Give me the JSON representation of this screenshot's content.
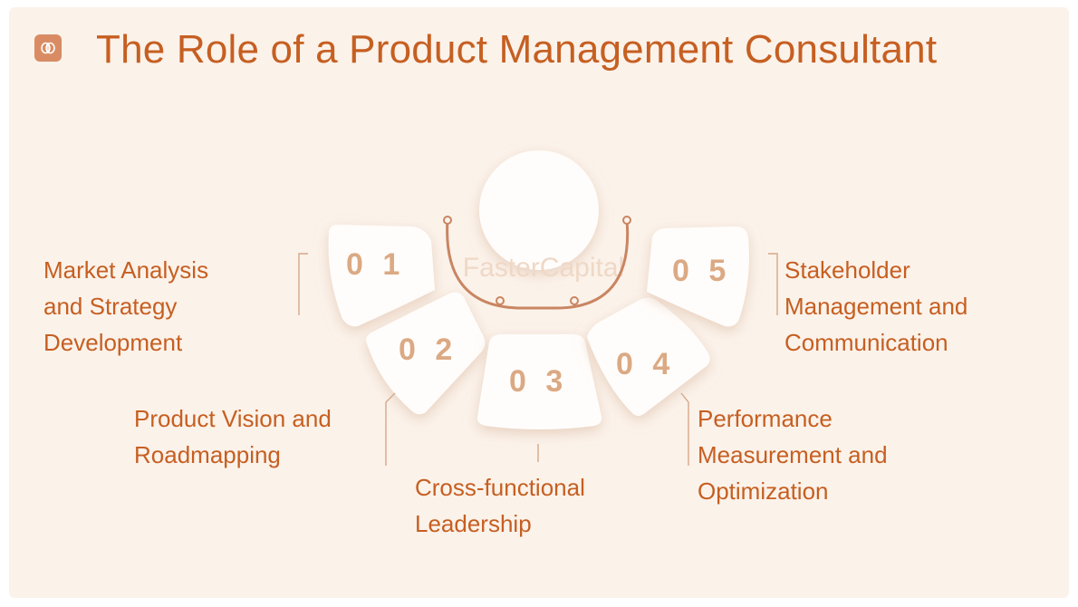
{
  "title": "The Role of a Product Management Consultant",
  "icons": {
    "badge": "brain-icon"
  },
  "watermark": "FasterCapital",
  "segments": [
    {
      "number": "0 1",
      "lines": [
        "Market Analysis",
        "and Strategy",
        "Development"
      ]
    },
    {
      "number": "0 2",
      "lines": [
        "Product Vision and",
        "Roadmapping"
      ]
    },
    {
      "number": "0 3",
      "lines": [
        "Cross-functional",
        "Leadership"
      ]
    },
    {
      "number": "0 4",
      "lines": [
        "Performance",
        "Measurement and",
        "Optimization"
      ]
    },
    {
      "number": "0 5",
      "lines": [
        "Stakeholder",
        "Management and",
        "Communication"
      ]
    }
  ],
  "colors": {
    "accent": "#c65f21",
    "number": "#dba983",
    "background": "#fbf2ea",
    "arc": "#c98562"
  }
}
